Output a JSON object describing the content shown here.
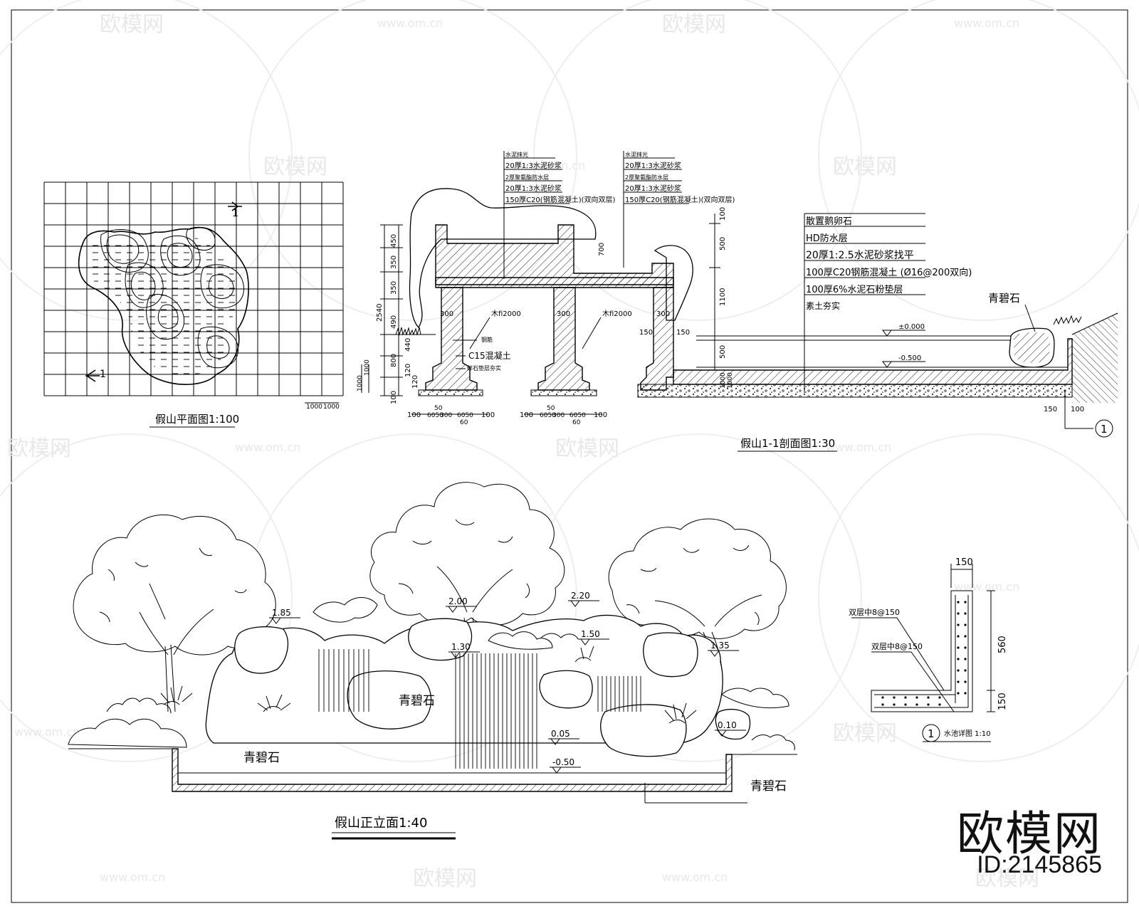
{
  "watermark": {
    "brand": "欧模网",
    "url": "www.om.cn"
  },
  "plan": {
    "title": "假山平面图1:100",
    "section_marker": "1",
    "grid_dims": [
      "1000",
      "1000"
    ],
    "side_dims": [
      "1000",
      "1000"
    ]
  },
  "section_11": {
    "title": "假山1-1剖面图1:30",
    "roof_layers_left": [
      "水泥抹光",
      "20厚1:3水泥砂浆",
      "2厚聚氨酯防水层",
      "20厚1:3水泥砂浆",
      "150厚C20(钢筋混凝土)(双向双层)"
    ],
    "roof_layers_right": [
      "水泥抹光",
      "20厚1:3水泥砂浆",
      "2厚聚氨酯防水层",
      "20厚1:3水泥砂浆",
      "150厚C20(钢筋混凝土)(双向双层)"
    ],
    "pool_layers": [
      "散置鹅卵石",
      "HD防水层",
      "20厚1:2.5水泥砂浆找平",
      "100厚C20钢筋混凝土 (Ø16@200双向)",
      "100厚6%水泥石粉垫层",
      "素土夯实"
    ],
    "stone_label": "青碧石",
    "elev_top": "±0.000",
    "elev_bottom": "-0.500",
    "vert_dims_left": [
      "450",
      "350",
      "350",
      "490",
      "2540",
      "800",
      "440",
      "120",
      "120",
      "100"
    ],
    "vert_dims_right": [
      "100",
      "500",
      "1100",
      "500"
    ],
    "col_dims": [
      "300",
      "300",
      "300"
    ],
    "beam_labels": [
      "木fi2000",
      "木fi2000"
    ],
    "col_notes": [
      "钢筋",
      "C15混凝土",
      "碎石垫层夯实"
    ],
    "small_dims": [
      "700",
      "150",
      "150",
      "1000",
      "1000"
    ],
    "base_dims": [
      "100",
      "6050",
      "300",
      "60",
      "50",
      "100"
    ],
    "edge_dims": [
      "150",
      "100"
    ],
    "detail_ref": "1"
  },
  "elevation": {
    "title": "假山正立面1:40",
    "heights": [
      "1.85",
      "2.00",
      "2.20",
      "1.50",
      "1.30",
      "1.35",
      "0.10",
      "0.05",
      "-0.50"
    ],
    "stone_labels": [
      "青碧石",
      "青碧石",
      "青碧石"
    ]
  },
  "detail": {
    "title": "水池详图 1:10",
    "marker": "1",
    "dim_top": "150",
    "dim_side": "560",
    "dim_base": "150",
    "rebar_labels": [
      "双层中8@150",
      "双层中8@150"
    ]
  },
  "footer": {
    "brand": "欧模网",
    "id": "ID:2145865"
  }
}
